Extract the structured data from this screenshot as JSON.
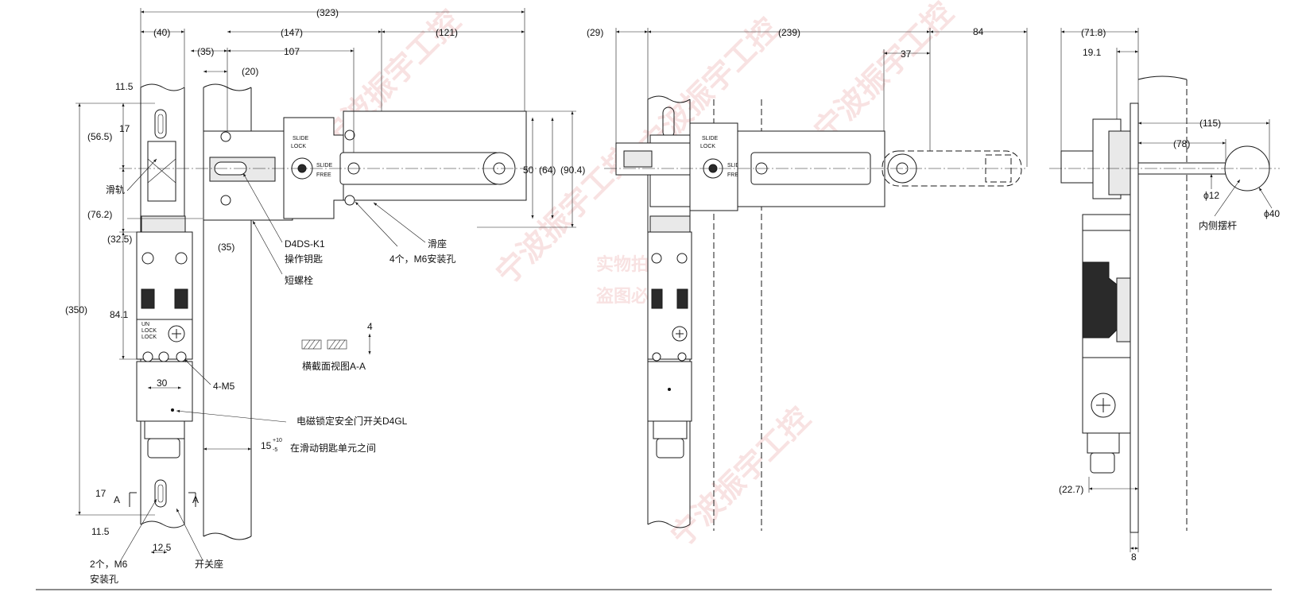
{
  "view_front": {
    "dims": {
      "d323": "(323)",
      "d40": "(40)",
      "d147": "(147)",
      "d121": "(121)",
      "d35a": "(35)",
      "d107": "107",
      "d20": "(20)",
      "d11_5a": "11.5",
      "d56_5": "(56.5)",
      "d17a": "17",
      "d76_2": "(76.2)",
      "d32_5": "(32.5)",
      "d35b": "(35)",
      "d350": "(350)",
      "d84_1": "84.1",
      "d30": "30",
      "d17b": "17",
      "d11_5b": "11.5",
      "d12_5": "12.5",
      "d50": "50",
      "d64": "(64)",
      "d90_4": "(90.4)",
      "d4": "4",
      "tol_base": "15",
      "tol_up": "+10",
      "tol_down": "-5",
      "sectA1": "A",
      "sectA2": "A"
    },
    "labels": {
      "rail": "滑轨",
      "key_model": "D4DS-K1",
      "key_name": "操作钥匙",
      "short_bolt": "短螺栓",
      "slider": "滑座",
      "m6_holes_4": "4个，M6安装孔",
      "section_view": "横截面视图A-A",
      "m5": "4-M5",
      "switch": "电磁锁定安全门开关D4GL",
      "between": "在滑动钥匙单元之间",
      "m6_holes_2a": "2个，M6",
      "m6_holes_2b": "安装孔",
      "switch_base": "开关座"
    },
    "marks": {
      "slide": "SLIDE",
      "lock": "LOCK",
      "slide2": "SLIDE",
      "free": "FREE",
      "unlock": "UN",
      "lock2": "LOCK",
      "lock3": "LOCK"
    }
  },
  "view_middle": {
    "dims": {
      "d29": "(29)",
      "d239": "(239)",
      "d84": "84",
      "d37": "37"
    },
    "marks": {
      "slide": "SLIDE",
      "lock": "LOCK",
      "slide2": "SLIDE",
      "free": "FREE"
    }
  },
  "view_side": {
    "dims": {
      "d71_8": "(71.8)",
      "d19_1": "19.1",
      "d115": "(115)",
      "d78": "(78)",
      "phi12": "ϕ12",
      "phi40": "ϕ40",
      "d22_7": "(22.7)",
      "d8": "8"
    },
    "labels": {
      "inner_lever": "内侧摆杆"
    }
  },
  "watermark": {
    "w1": "宁波振宇工控",
    "w2": "宁波振宇工控",
    "w3": "宁波振宇工控",
    "w4": "宁波振宇工控",
    "w5": "宁波振宇工控",
    "w6": "实物拍摄",
    "w7": "盗图必究"
  }
}
